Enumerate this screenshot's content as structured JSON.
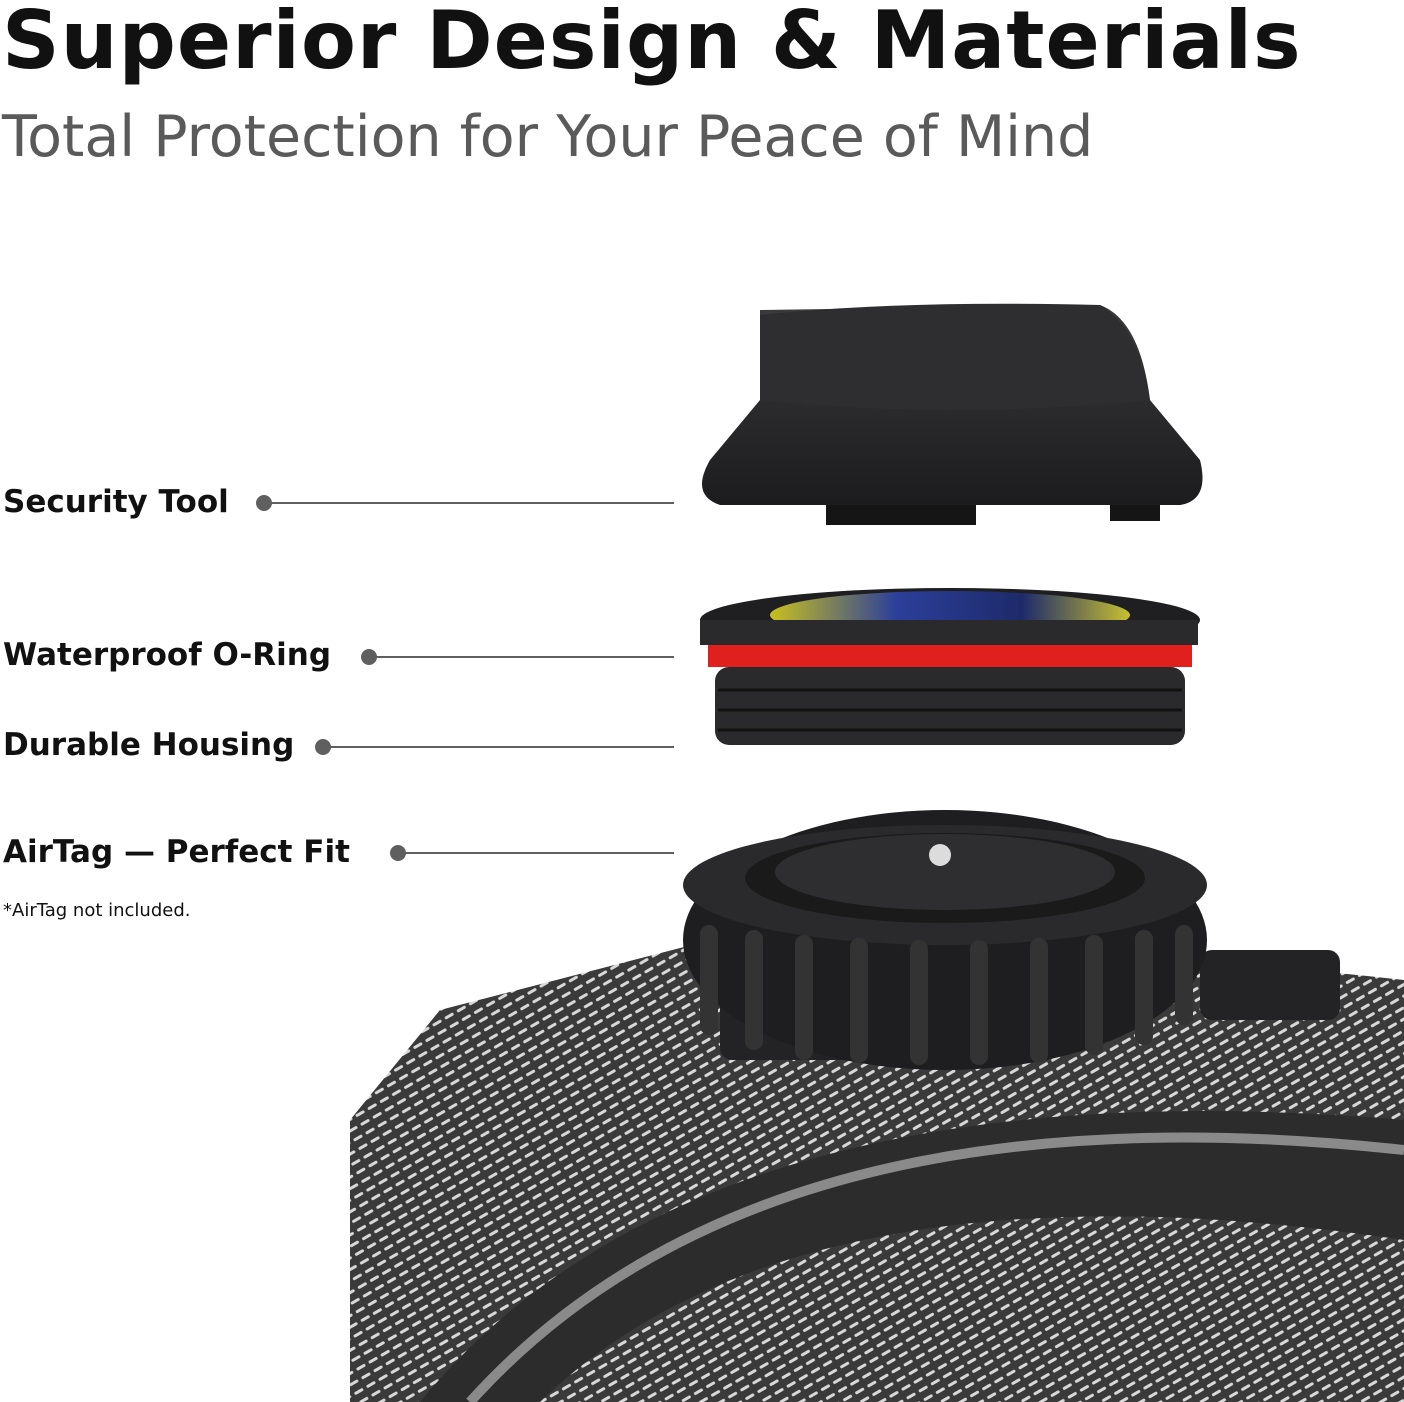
{
  "header": {
    "title": "Superior Design & Materials",
    "subtitle": "Total Protection for Your Peace of Mind"
  },
  "callouts": [
    {
      "label": "Security Tool"
    },
    {
      "label": "Waterproof O-Ring"
    },
    {
      "label": "Durable Housing"
    },
    {
      "label": "AirTag — Perfect Fit"
    }
  ],
  "footnote": "*AirTag not included.",
  "colors": {
    "o_ring": "#e0201c",
    "housing": "#2a2a2c",
    "callout_line": "#5f5f5f"
  }
}
